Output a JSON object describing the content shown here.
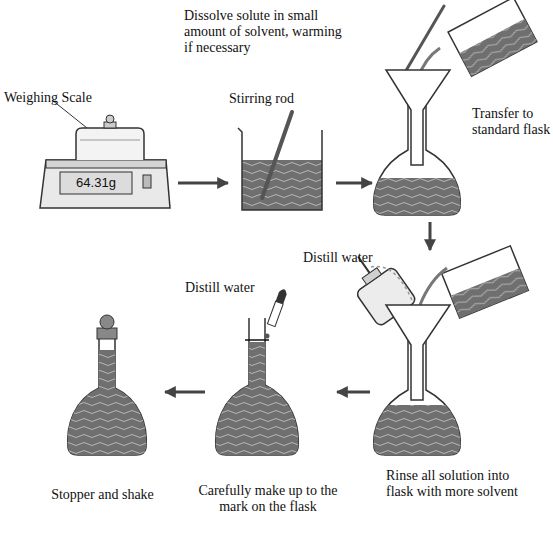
{
  "diagram": {
    "nodes": [
      {
        "text": [
          "Weighing Scale",
          "64.31g"
        ]
      },
      {
        "text": [
          "Dissolve solute in small amount of solvent, warming if necessary",
          "Stirring rod"
        ]
      },
      {
        "text": [
          "Transfer to standard flask"
        ]
      },
      {
        "text": [
          "Distill water",
          "Rinse all solution into flask with more solvent"
        ]
      },
      {
        "text": [
          "Distill water",
          "Carefully make up to the mark on the flask"
        ]
      },
      {
        "text": [
          "Stopper and shake"
        ]
      }
    ],
    "edges": [
      {
        "from": 0,
        "to": 1,
        "arrow": "to"
      },
      {
        "from": 1,
        "to": 2,
        "arrow": "to"
      },
      {
        "from": 2,
        "to": 3,
        "arrow": "to"
      },
      {
        "from": 3,
        "to": 4,
        "arrow": "to"
      },
      {
        "from": 4,
        "to": 5,
        "arrow": "to"
      }
    ]
  }
}
